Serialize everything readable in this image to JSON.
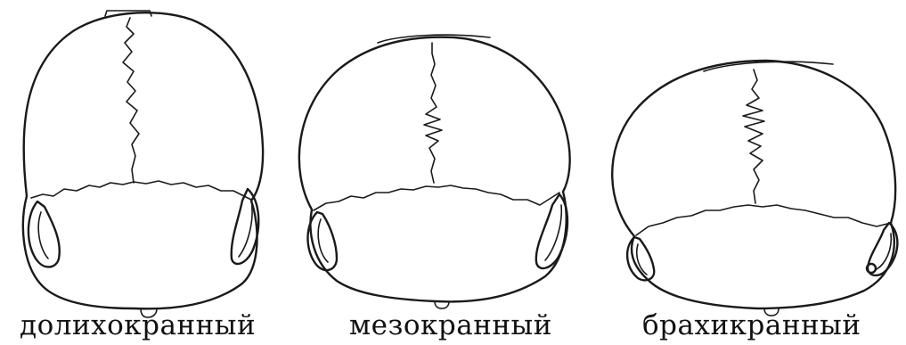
{
  "skulls": [
    {
      "label": "долихокранный"
    },
    {
      "label": "мезокранный"
    },
    {
      "label": "брахикранный"
    }
  ]
}
